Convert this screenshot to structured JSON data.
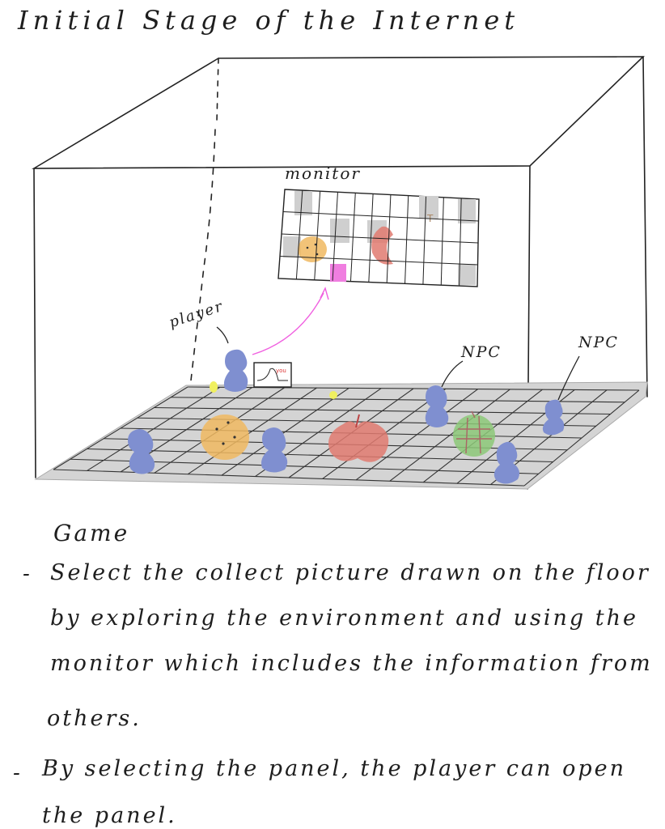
{
  "title": "Initial Stage of the Internet",
  "labels": {
    "monitor": "monitor",
    "player": "player",
    "npc_1": "NPC",
    "npc_2": "NPC",
    "you_screen": "you"
  },
  "colors": {
    "npc": "#7f8fd0",
    "player": "#7f8fd0",
    "floor": "#d4d4d4",
    "orange": "#f0b860",
    "apple": "#e07a70",
    "melon": "#8cc878",
    "highlight": "#f07ee0",
    "arrow": "#f060e0",
    "coin": "#f0f060"
  },
  "description": {
    "heading": "Game",
    "bullet_marker": "-",
    "lines": [
      "Select the collect picture drawn on the floor",
      "by exploring the environment and using the",
      "monitor which includes the information from",
      "others.",
      "By selecting the panel, the player can open",
      "the panel."
    ]
  }
}
